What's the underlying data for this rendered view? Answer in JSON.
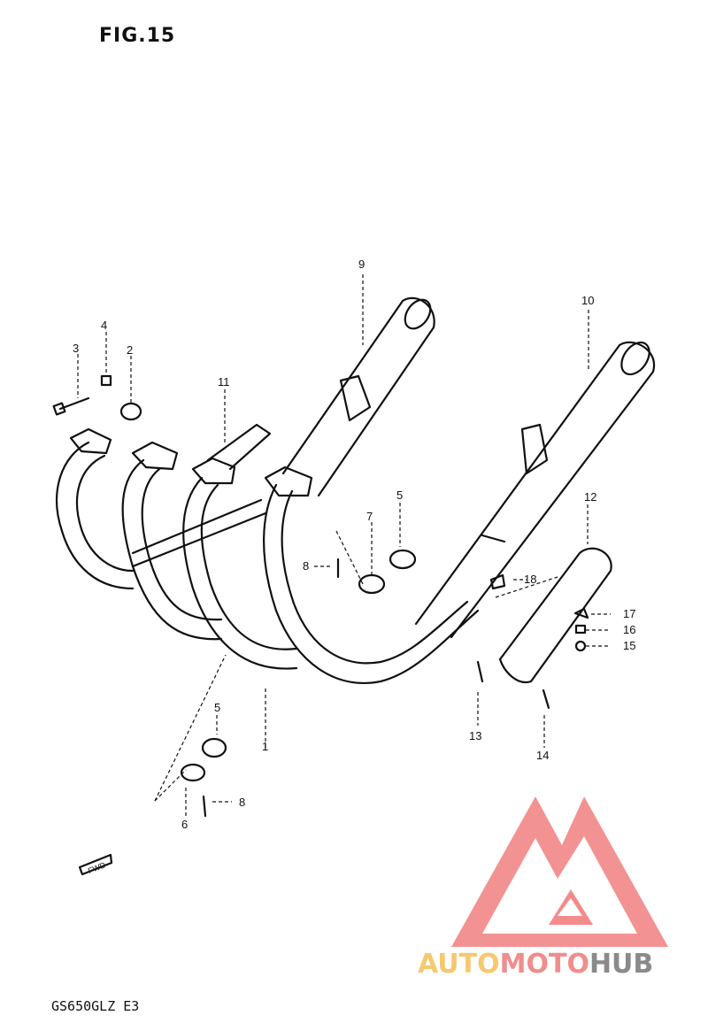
{
  "figure": {
    "title": "FIG.15",
    "model_code": "GS650GLZ E3",
    "fwd_label": "FWD"
  },
  "callouts": {
    "c1": "1",
    "c2": "2",
    "c3": "3",
    "c4": "4",
    "c5a": "5",
    "c5b": "5",
    "c6": "6",
    "c7": "7",
    "c8a": "8",
    "c8b": "8",
    "c9": "9",
    "c10": "10",
    "c11": "11",
    "c12": "12",
    "c13": "13",
    "c14": "14",
    "c15": "15",
    "c16": "16",
    "c17": "17",
    "c18": "18"
  },
  "watermark": {
    "part1": "AUTO",
    "part2": "MOTO",
    "part3": "HUB",
    "colors": {
      "auto": "#f6c86f",
      "moto": "#f08d8d",
      "hub": "#8a8a8a"
    }
  }
}
